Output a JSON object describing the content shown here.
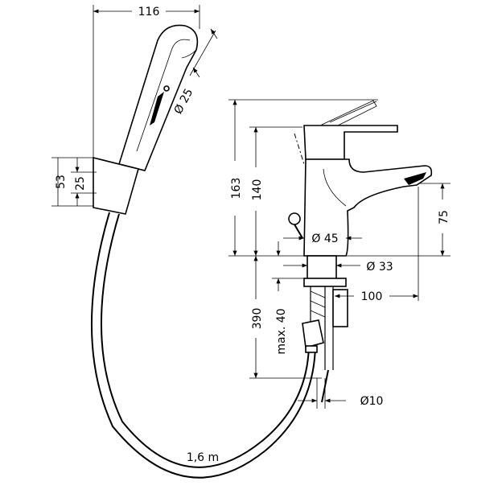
{
  "dimensions": {
    "shower_width": "116",
    "shower_diameter": "Ø 25",
    "holder_height": "53",
    "holder_inner": "25",
    "total_height": "163",
    "spout_height": "140",
    "outlet_height": "75",
    "body_diameter": "Ø 45",
    "shank_diameter": "Ø 33",
    "projection": "100",
    "thread_length": "390",
    "max_thickness": "max. 40",
    "hose_diameter": "Ø10",
    "hose_length": "1,6 m"
  }
}
